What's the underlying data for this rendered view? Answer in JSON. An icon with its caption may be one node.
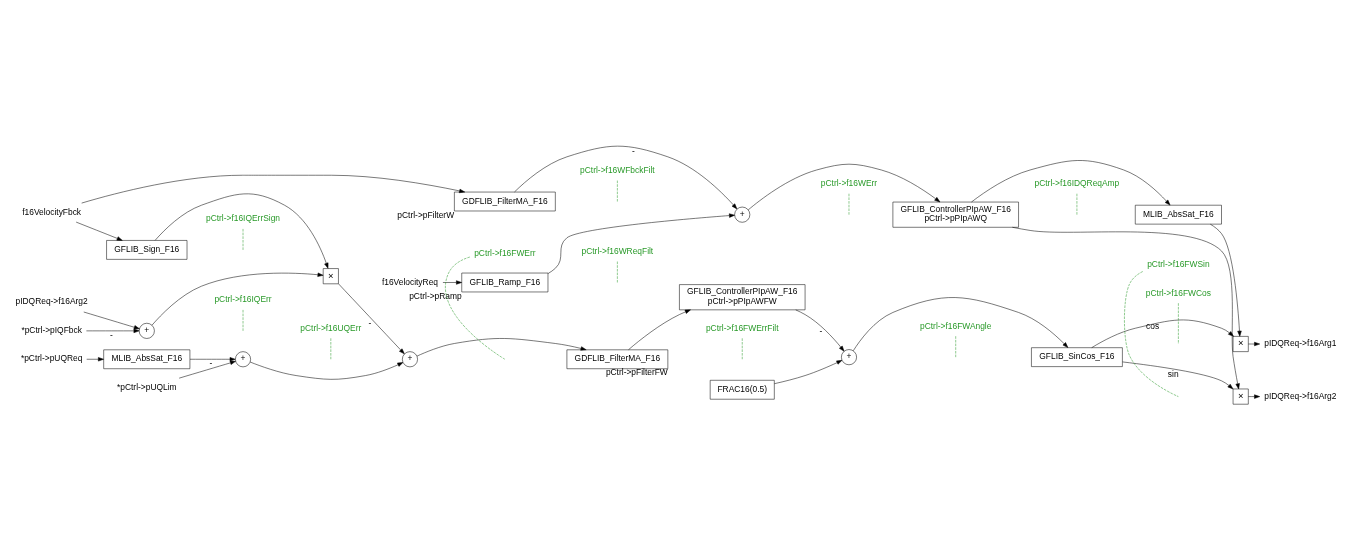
{
  "diagram": {
    "nodes": [
      {
        "text": [
          "f16VelocityReq"
        ]
      },
      {
        "text": [
          "GFLIB_Ramp_F16"
        ],
        "beside": [
          "pCtrl->pRamp"
        ]
      },
      {
        "text": [
          "+"
        ]
      },
      {
        "text": [
          "GFLIB_ControllerPIpAW_F16",
          "pCtrl->pPIpAWQ"
        ]
      },
      {
        "text": [
          "MLIB_AbsSat_F16"
        ]
      },
      {
        "text": [
          "f16VelocityFbck"
        ]
      },
      {
        "text": [
          "GDFLIB_FilterMA_F16"
        ],
        "beside": [
          "pCtrl->pFilterW"
        ]
      },
      {
        "text": [
          "GFLIB_Sign_F16"
        ]
      },
      {
        "text": [
          "pIDQReq->f16Arg2"
        ]
      },
      {
        "text": [
          "+"
        ]
      },
      {
        "text": [
          "×"
        ]
      },
      {
        "text": [
          "+"
        ]
      },
      {
        "text": [
          "GDFLIB_FilterMA_F16"
        ],
        "beside": [
          "pCtrl->pFilterFW"
        ]
      },
      {
        "text": [
          "*pCtrl->pIQFbck"
        ]
      },
      {
        "text": [
          "*pCtrl->pUQLim"
        ]
      },
      {
        "text": [
          "+"
        ]
      },
      {
        "text": [
          "*pCtrl->pUQReq"
        ]
      },
      {
        "text": [
          "MLIB_AbsSat_F16"
        ]
      },
      {
        "text": [
          "GFLIB_ControllerPIpAW_F16",
          "pCtrl->pPIpAWFW"
        ]
      },
      {
        "text": [
          "+"
        ]
      },
      {
        "text": [
          "GFLIB_SinCos_F16"
        ]
      },
      {
        "text": [
          "FRAC16(0.5)"
        ]
      },
      {
        "text": [
          "×"
        ]
      },
      {
        "text": [
          "×"
        ]
      },
      {
        "text": [
          "pIDQReq->f16Arg1"
        ]
      },
      {
        "text": [
          "pIDQReq->f16Arg2"
        ]
      },
      {
        "text": [
          "pCtrl->f16WReqFilt"
        ]
      },
      {
        "text": [
          "pCtrl->f16WErr"
        ]
      },
      {
        "text": [
          "pCtrl->f16WFbckFilt"
        ]
      },
      {
        "text": [
          "pCtrl->f16IDQReqAmp"
        ]
      },
      {
        "text": [
          "pCtrl->f16IQErrSign"
        ]
      },
      {
        "text": [
          "pCtrl->f16FWErr"
        ]
      },
      {
        "text": [
          "pCtrl->f16FWErrFilt"
        ]
      },
      {
        "text": [
          "pCtrl->f16IQErr"
        ]
      },
      {
        "text": [
          "pCtrl->f16UQErr"
        ]
      },
      {
        "text": [
          "pCtrl->f16FWSin"
        ]
      },
      {
        "text": [
          "pCtrl->f16FWAngle"
        ]
      },
      {
        "text": [
          "pCtrl->f16FWCos"
        ]
      }
    ],
    "edges": [
      {
        "from": 0,
        "to": 1,
        "arrow": "to"
      },
      {
        "from": 1,
        "to": 2,
        "arrow": "to"
      },
      {
        "from": 6,
        "to": 2,
        "arrow": "to",
        "label": "-"
      },
      {
        "from": 2,
        "to": 3,
        "arrow": "to"
      },
      {
        "from": 3,
        "to": 4,
        "arrow": "to"
      },
      {
        "from": 3,
        "to": 22,
        "arrow": "to"
      },
      {
        "from": 4,
        "to": 23,
        "arrow": "to"
      },
      {
        "from": 5,
        "to": 6,
        "arrow": "to"
      },
      {
        "from": 5,
        "to": 7,
        "arrow": "to"
      },
      {
        "from": 7,
        "to": 10,
        "arrow": "to"
      },
      {
        "from": 8,
        "to": 9,
        "arrow": "to"
      },
      {
        "from": 13,
        "to": 9,
        "arrow": "to",
        "label": "-"
      },
      {
        "from": 9,
        "to": 10,
        "arrow": "to"
      },
      {
        "from": 10,
        "to": 11,
        "arrow": "to",
        "label": "-"
      },
      {
        "from": 15,
        "to": 11,
        "arrow": "to"
      },
      {
        "from": 11,
        "to": 12,
        "arrow": "to"
      },
      {
        "from": 14,
        "to": 15,
        "arrow": "to"
      },
      {
        "from": 16,
        "to": 17,
        "arrow": "to"
      },
      {
        "from": 17,
        "to": 15,
        "arrow": "to",
        "label": "-"
      },
      {
        "from": 12,
        "to": 18,
        "arrow": "to"
      },
      {
        "from": 18,
        "to": 19,
        "arrow": "to",
        "label": "-"
      },
      {
        "from": 21,
        "to": 19,
        "arrow": "to"
      },
      {
        "from": 19,
        "to": 20,
        "arrow": "to"
      },
      {
        "from": 20,
        "to": 22,
        "arrow": "to",
        "label": "sin"
      },
      {
        "from": 20,
        "to": 23,
        "arrow": "to",
        "label": "cos"
      },
      {
        "from": 23,
        "to": 24,
        "arrow": "to"
      },
      {
        "from": 22,
        "to": 25,
        "arrow": "to"
      },
      {
        "from": 26,
        "to": null,
        "arrow": "none",
        "style": "dashed",
        "color": "#2a9a2a"
      },
      {
        "from": 27,
        "to": null,
        "arrow": "none",
        "style": "dashed",
        "color": "#2a9a2a"
      },
      {
        "from": 28,
        "to": null,
        "arrow": "none",
        "style": "dashed",
        "color": "#2a9a2a"
      },
      {
        "from": 29,
        "to": null,
        "arrow": "none",
        "style": "dashed",
        "color": "#2a9a2a"
      },
      {
        "from": 30,
        "to": null,
        "arrow": "none",
        "style": "dashed",
        "color": "#2a9a2a"
      },
      {
        "from": 31,
        "to": null,
        "arrow": "none",
        "style": "dashed",
        "color": "#2a9a2a"
      },
      {
        "from": 32,
        "to": null,
        "arrow": "none",
        "style": "dashed",
        "color": "#2a9a2a"
      },
      {
        "from": 33,
        "to": null,
        "arrow": "none",
        "style": "dashed",
        "color": "#2a9a2a"
      },
      {
        "from": 34,
        "to": null,
        "arrow": "none",
        "style": "dashed",
        "color": "#2a9a2a"
      },
      {
        "from": 35,
        "to": null,
        "arrow": "none",
        "style": "dashed",
        "color": "#2a9a2a"
      },
      {
        "from": 36,
        "to": null,
        "arrow": "none",
        "style": "dashed",
        "color": "#2a9a2a"
      },
      {
        "from": 37,
        "to": null,
        "arrow": "none",
        "style": "dashed",
        "color": "#2a9a2a"
      }
    ]
  }
}
